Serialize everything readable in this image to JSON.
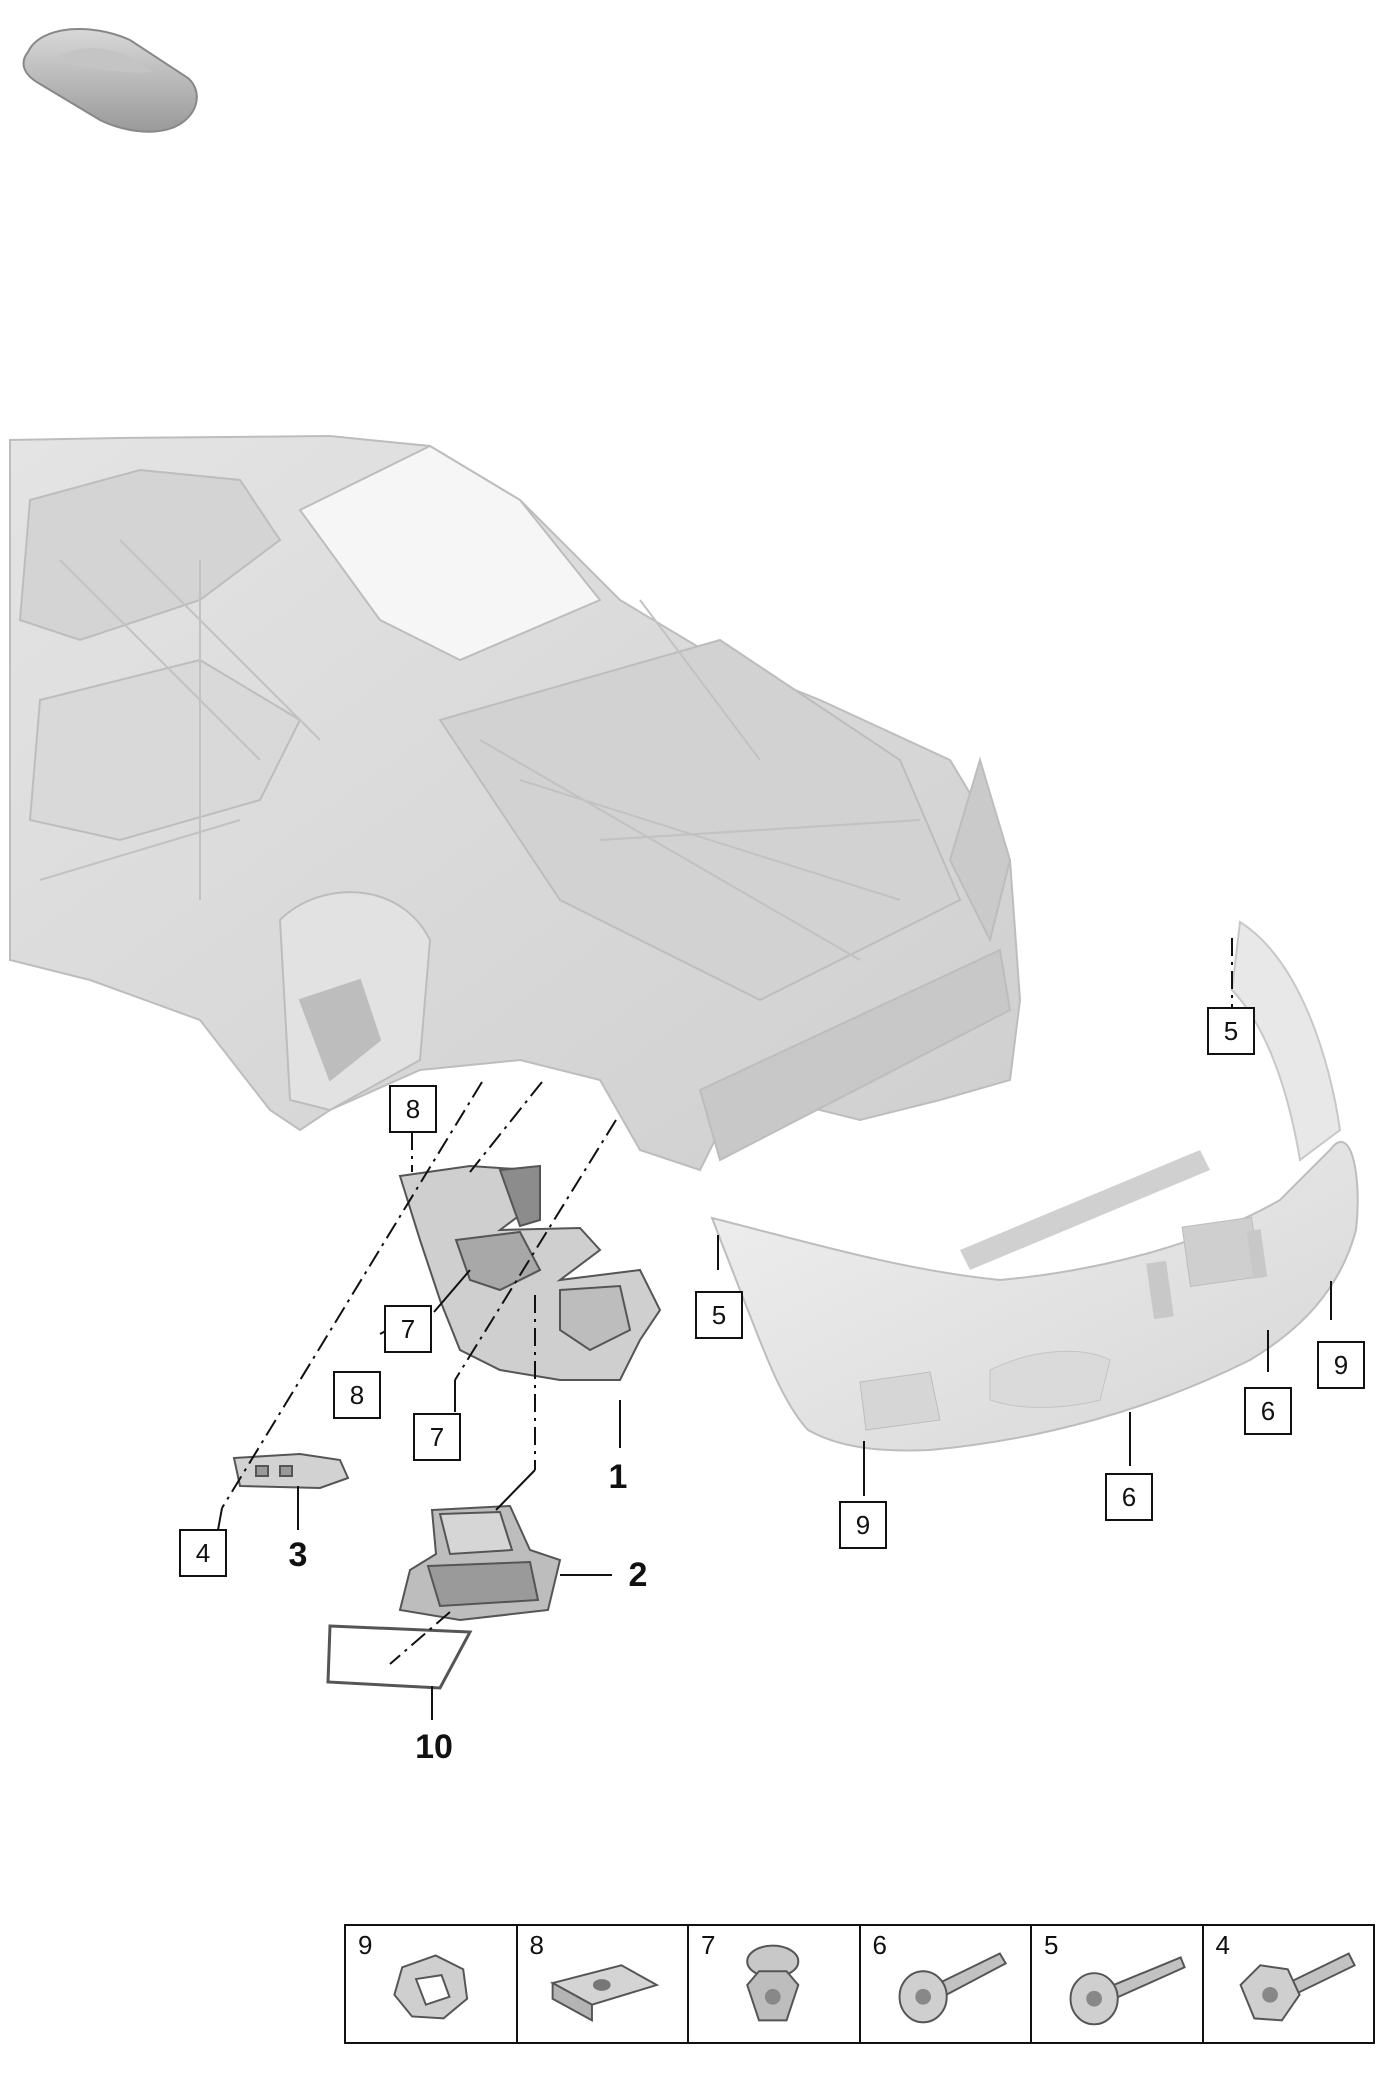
{
  "callouts": {
    "c5_top": "5",
    "c8_top": "8",
    "c7_upper": "7",
    "c5_left": "5",
    "c9_right": "9",
    "c8_lower": "8",
    "c6_right": "6",
    "c7_lower": "7",
    "c4": "4",
    "c9_bottom": "9",
    "c6_bottom": "6"
  },
  "part_numbers": {
    "p1": "1",
    "p2": "2",
    "p3": "3",
    "p10": "10"
  },
  "legend": [
    {
      "num": "9",
      "icon": "clip-icon"
    },
    {
      "num": "8",
      "icon": "spring-nut-icon"
    },
    {
      "num": "7",
      "icon": "hex-nut-icon"
    },
    {
      "num": "6",
      "icon": "flange-screw-icon"
    },
    {
      "num": "5",
      "icon": "long-screw-icon"
    },
    {
      "num": "4",
      "icon": "collar-screw-icon"
    }
  ]
}
